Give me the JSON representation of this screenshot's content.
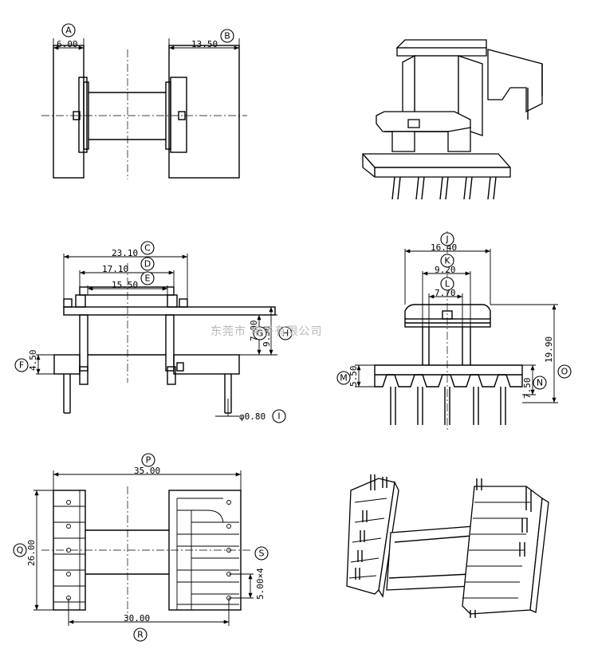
{
  "watermark": "东莞市    电子有限公司",
  "dimensions": {
    "A": "6.00",
    "B": "13.50",
    "C": "23.10",
    "D": "17.10",
    "E": "15.50",
    "F": "4.50",
    "G": "7.00",
    "H": "9.30",
    "I": "φ0.80",
    "J": "16.40",
    "K": "9.20",
    "L": "7.70",
    "M": "5.50",
    "N": "7.50",
    "O": "19.90",
    "P": "35.00",
    "Q": "26.00",
    "R": "30.00",
    "S": "5.00×4"
  },
  "callouts": [
    "A",
    "B",
    "C",
    "D",
    "E",
    "F",
    "G",
    "H",
    "I",
    "J",
    "K",
    "L",
    "M",
    "N",
    "O",
    "P",
    "Q",
    "R",
    "S"
  ]
}
